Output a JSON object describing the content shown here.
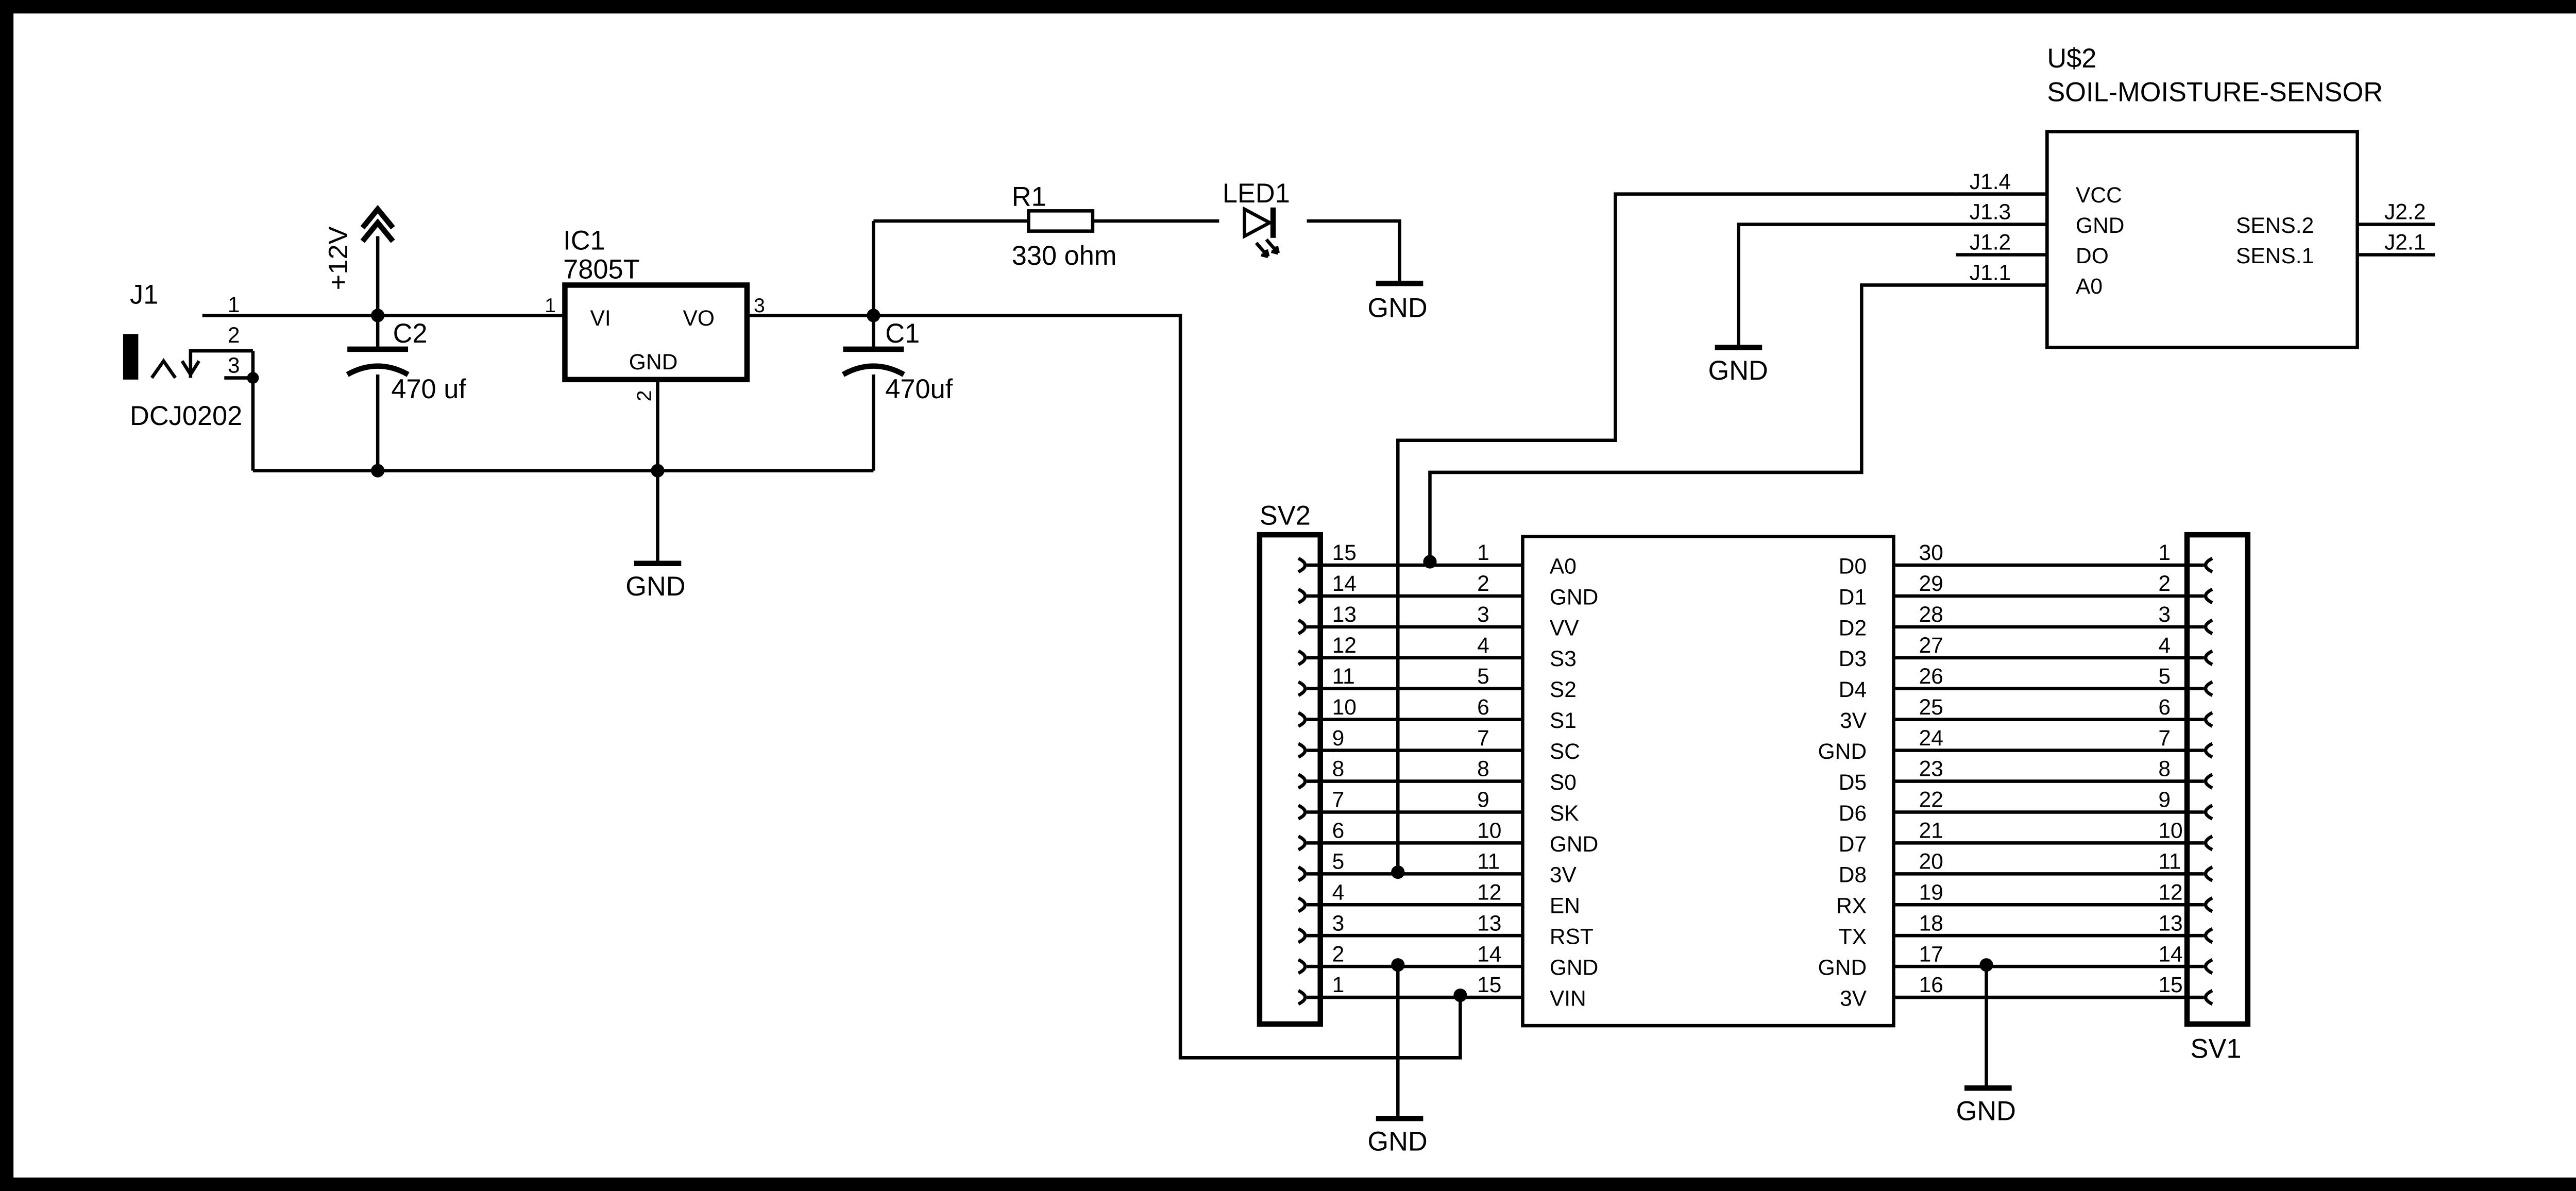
{
  "j1": {
    "ref": "J1",
    "value": "DCJ0202",
    "pins": [
      "1",
      "2",
      "3"
    ]
  },
  "power": {
    "supply": "+12V"
  },
  "c2": {
    "ref": "C2",
    "value": "470 uf"
  },
  "c1": {
    "ref": "C1",
    "value": "470uf"
  },
  "ic1": {
    "ref": "IC1",
    "value": "7805T",
    "vi": "VI",
    "vo": "VO",
    "gnd": "GND",
    "pin1": "1",
    "pin2": "2",
    "pin3": "3"
  },
  "r1": {
    "ref": "R1",
    "value": "330 ohm"
  },
  "led1": {
    "ref": "LED1"
  },
  "gnd_label": "GND",
  "u2": {
    "ref": "U$2",
    "value": "SOIL-MOISTURE-SENSOR",
    "left_pins": [
      {
        "net": "J1.4",
        "label": "VCC"
      },
      {
        "net": "J1.3",
        "label": "GND"
      },
      {
        "net": "J1.2",
        "label": "DO"
      },
      {
        "net": "J1.1",
        "label": "A0"
      }
    ],
    "right_pins": [
      {
        "net": "J2.2",
        "label": "SENS.2"
      },
      {
        "net": "J2.1",
        "label": "SENS.1"
      }
    ]
  },
  "sv2": {
    "ref": "SV2",
    "pins": [
      "15",
      "14",
      "13",
      "12",
      "11",
      "10",
      "9",
      "8",
      "7",
      "6",
      "5",
      "4",
      "3",
      "2",
      "1"
    ]
  },
  "sv1": {
    "ref": "SV1",
    "pins": [
      "1",
      "2",
      "3",
      "4",
      "5",
      "6",
      "7",
      "8",
      "9",
      "10",
      "11",
      "12",
      "13",
      "14",
      "15"
    ]
  },
  "mcu": {
    "left": [
      {
        "num": "1",
        "name": "A0"
      },
      {
        "num": "2",
        "name": "GND"
      },
      {
        "num": "3",
        "name": "VV"
      },
      {
        "num": "4",
        "name": "S3"
      },
      {
        "num": "5",
        "name": "S2"
      },
      {
        "num": "6",
        "name": "S1"
      },
      {
        "num": "7",
        "name": "SC"
      },
      {
        "num": "8",
        "name": "S0"
      },
      {
        "num": "9",
        "name": "SK"
      },
      {
        "num": "10",
        "name": "GND"
      },
      {
        "num": "11",
        "name": "3V"
      },
      {
        "num": "12",
        "name": "EN"
      },
      {
        "num": "13",
        "name": "RST"
      },
      {
        "num": "14",
        "name": "GND"
      },
      {
        "num": "15",
        "name": "VIN"
      }
    ],
    "right": [
      {
        "num": "30",
        "name": "D0"
      },
      {
        "num": "29",
        "name": "D1"
      },
      {
        "num": "28",
        "name": "D2"
      },
      {
        "num": "27",
        "name": "D3"
      },
      {
        "num": "26",
        "name": "D4"
      },
      {
        "num": "25",
        "name": "3V"
      },
      {
        "num": "24",
        "name": "GND"
      },
      {
        "num": "23",
        "name": "D5"
      },
      {
        "num": "22",
        "name": "D6"
      },
      {
        "num": "21",
        "name": "D7"
      },
      {
        "num": "20",
        "name": "D8"
      },
      {
        "num": "19",
        "name": "RX"
      },
      {
        "num": "18",
        "name": "TX"
      },
      {
        "num": "17",
        "name": "GND"
      },
      {
        "num": "16",
        "name": "3V"
      }
    ]
  }
}
